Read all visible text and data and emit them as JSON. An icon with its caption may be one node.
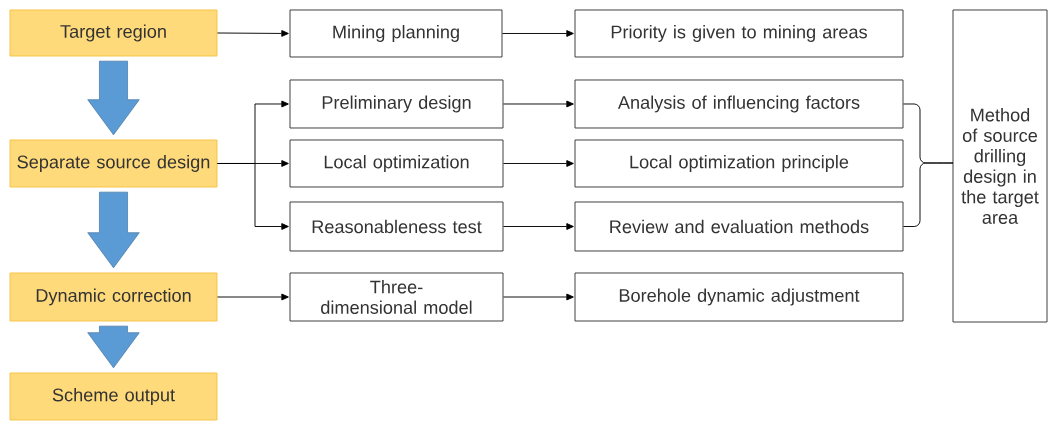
{
  "diagram": {
    "nodes": [
      {
        "text": [
          "Target region"
        ]
      },
      {
        "text": [
          "Separate source design"
        ]
      },
      {
        "text": [
          "Dynamic correction"
        ]
      },
      {
        "text": [
          "Scheme output"
        ]
      },
      {
        "text": [
          "Mining planning"
        ]
      },
      {
        "text": [
          "Priority is given to mining areas"
        ]
      },
      {
        "text": [
          "Preliminary design"
        ]
      },
      {
        "text": [
          "Analysis of influencing factors"
        ]
      },
      {
        "text": [
          "Local optimization"
        ]
      },
      {
        "text": [
          "Local optimization principle"
        ]
      },
      {
        "text": [
          "Reasonableness test"
        ]
      },
      {
        "text": [
          "Review and evaluation methods"
        ]
      },
      {
        "text": [
          "Three-dimensional model"
        ]
      },
      {
        "text": [
          "Borehole dynamic adjustment"
        ]
      },
      {
        "text": [
          "Method of source drilling design in the target area"
        ]
      }
    ],
    "edges": [
      {
        "from": 0,
        "to": 4,
        "arrow": "to"
      },
      {
        "from": 4,
        "to": 5,
        "arrow": "to"
      },
      {
        "from": 1,
        "to": 6,
        "arrow": "to"
      },
      {
        "from": 1,
        "to": 8,
        "arrow": "to"
      },
      {
        "from": 1,
        "to": 10,
        "arrow": "to"
      },
      {
        "from": 6,
        "to": 7,
        "arrow": "to"
      },
      {
        "from": 8,
        "to": 9,
        "arrow": "to"
      },
      {
        "from": 10,
        "to": 11,
        "arrow": "to"
      },
      {
        "from": 2,
        "to": 12,
        "arrow": "to"
      },
      {
        "from": 12,
        "to": 13,
        "arrow": "to"
      },
      {
        "from": 7,
        "to": 14,
        "arrow": "none"
      },
      {
        "from": 11,
        "to": 14,
        "arrow": "none"
      },
      {
        "from": 0,
        "to": 1,
        "arrow": "to",
        "style": "thick",
        "color": "#5b9bd5"
      },
      {
        "from": 1,
        "to": 2,
        "arrow": "to",
        "style": "thick",
        "color": "#5b9bd5"
      },
      {
        "from": 2,
        "to": 3,
        "arrow": "to",
        "style": "thick",
        "color": "#5b9bd5"
      }
    ]
  }
}
